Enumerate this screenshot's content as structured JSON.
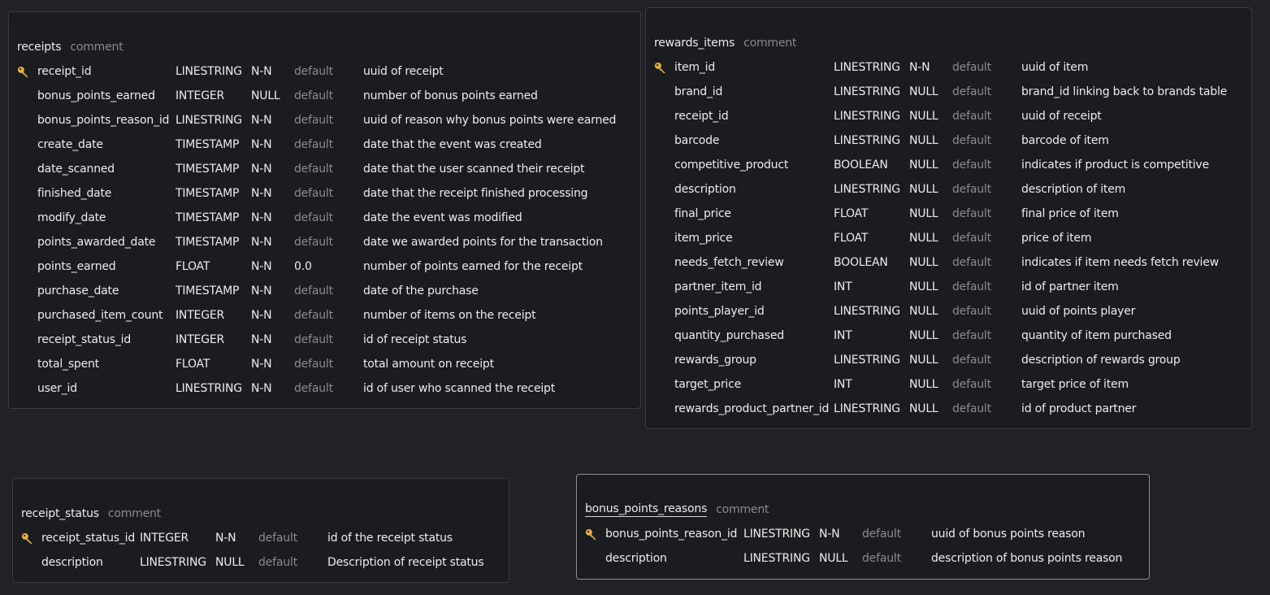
{
  "tables": {
    "receipts": {
      "name": "receipts",
      "comment": "comment",
      "columns": [
        {
          "name": "receipt_id",
          "type": "LINESTRING",
          "null": "N-N",
          "default": "default",
          "comment": "uuid of receipt",
          "pk": true
        },
        {
          "name": "bonus_points_earned",
          "type": "INTEGER",
          "null": "NULL",
          "default": "default",
          "comment": "number of bonus points earned",
          "pk": false
        },
        {
          "name": "bonus_points_reason_id",
          "type": "LINESTRING",
          "null": "N-N",
          "default": "default",
          "comment": "uuid of reason why bonus points were earned",
          "pk": false
        },
        {
          "name": "create_date",
          "type": "TIMESTAMP",
          "null": "N-N",
          "default": "default",
          "comment": "date that the event was created",
          "pk": false
        },
        {
          "name": "date_scanned",
          "type": "TIMESTAMP",
          "null": "N-N",
          "default": "default",
          "comment": "date that the user scanned their receipt",
          "pk": false
        },
        {
          "name": "finished_date",
          "type": "TIMESTAMP",
          "null": "N-N",
          "default": "default",
          "comment": "date that the receipt finished processing",
          "pk": false
        },
        {
          "name": "modify_date",
          "type": "TIMESTAMP",
          "null": "N-N",
          "default": "default",
          "comment": "date the event was modified",
          "pk": false
        },
        {
          "name": "points_awarded_date",
          "type": "TIMESTAMP",
          "null": "N-N",
          "default": "default",
          "comment": "date we awarded points for the transaction",
          "pk": false
        },
        {
          "name": "points_earned",
          "type": "FLOAT",
          "null": "N-N",
          "default": "0.0",
          "comment": "number of points earned for the receipt",
          "pk": false
        },
        {
          "name": "purchase_date",
          "type": "TIMESTAMP",
          "null": "N-N",
          "default": "default",
          "comment": "date of the purchase",
          "pk": false
        },
        {
          "name": "purchased_item_count",
          "type": "INTEGER",
          "null": "N-N",
          "default": "default",
          "comment": "number of items on the receipt",
          "pk": false
        },
        {
          "name": "receipt_status_id",
          "type": "INTEGER",
          "null": "N-N",
          "default": "default",
          "comment": "id of receipt status",
          "pk": false
        },
        {
          "name": "total_spent",
          "type": "FLOAT",
          "null": "N-N",
          "default": "default",
          "comment": "total amount on receipt",
          "pk": false
        },
        {
          "name": "user_id",
          "type": "LINESTRING",
          "null": "N-N",
          "default": "default",
          "comment": "id of user who scanned the receipt",
          "pk": false
        }
      ]
    },
    "rewards_items": {
      "name": "rewards_items",
      "comment": "comment",
      "columns": [
        {
          "name": "item_id",
          "type": "LINESTRING",
          "null": "N-N",
          "default": "default",
          "comment": "uuid of item",
          "pk": true
        },
        {
          "name": "brand_id",
          "type": "LINESTRING",
          "null": "NULL",
          "default": "default",
          "comment": "brand_id linking back to brands table",
          "pk": false
        },
        {
          "name": "receipt_id",
          "type": "LINESTRING",
          "null": "NULL",
          "default": "default",
          "comment": "uuid of receipt",
          "pk": false
        },
        {
          "name": "barcode",
          "type": "LINESTRING",
          "null": "NULL",
          "default": "default",
          "comment": "barcode of item",
          "pk": false
        },
        {
          "name": "competitive_product",
          "type": "BOOLEAN",
          "null": "NULL",
          "default": "default",
          "comment": "indicates if product is competitive",
          "pk": false
        },
        {
          "name": "description",
          "type": "LINESTRING",
          "null": "NULL",
          "default": "default",
          "comment": "description of item",
          "pk": false
        },
        {
          "name": "final_price",
          "type": "FLOAT",
          "null": "NULL",
          "default": "default",
          "comment": "final price of item",
          "pk": false
        },
        {
          "name": "item_price",
          "type": "FLOAT",
          "null": "NULL",
          "default": "default",
          "comment": "price of item",
          "pk": false
        },
        {
          "name": "needs_fetch_review",
          "type": "BOOLEAN",
          "null": "NULL",
          "default": "default",
          "comment": "indicates if item needs fetch review",
          "pk": false
        },
        {
          "name": "partner_item_id",
          "type": "INT",
          "null": "NULL",
          "default": "default",
          "comment": "id of partner item",
          "pk": false
        },
        {
          "name": "points_player_id",
          "type": "LINESTRING",
          "null": "NULL",
          "default": "default",
          "comment": "uuid of points player",
          "pk": false
        },
        {
          "name": "quantity_purchased",
          "type": "INT",
          "null": "NULL",
          "default": "default",
          "comment": "quantity of item purchased",
          "pk": false
        },
        {
          "name": "rewards_group",
          "type": "LINESTRING",
          "null": "NULL",
          "default": "default",
          "comment": "description of rewards group",
          "pk": false
        },
        {
          "name": "target_price",
          "type": "INT",
          "null": "NULL",
          "default": "default",
          "comment": "target price of item",
          "pk": false
        },
        {
          "name": "rewards_product_partner_id",
          "type": "LINESTRING",
          "null": "NULL",
          "default": "default",
          "comment": "id of product partner",
          "pk": false
        }
      ]
    },
    "receipt_status": {
      "name": "receipt_status",
      "comment": "comment",
      "columns": [
        {
          "name": "receipt_status_id",
          "type": "INTEGER",
          "null": "N-N",
          "default": "default",
          "comment": "id of the receipt status",
          "pk": true
        },
        {
          "name": "description",
          "type": "LINESTRING",
          "null": "NULL",
          "default": "default",
          "comment": "Description of receipt status",
          "pk": false
        }
      ]
    },
    "bonus_points_reasons": {
      "name": "bonus_points_reasons",
      "comment": "comment",
      "columns": [
        {
          "name": "bonus_points_reason_id",
          "type": "LINESTRING",
          "null": "N-N",
          "default": "default",
          "comment": "uuid of bonus points reason",
          "pk": true
        },
        {
          "name": "description",
          "type": "LINESTRING",
          "null": "NULL",
          "default": "default",
          "comment": "description of bonus points reason",
          "pk": false
        }
      ]
    }
  },
  "colors": {
    "canvas_background": "#212226",
    "card_background": "#1b1c1f",
    "card_border": "#3a3b40",
    "text": "#ececec",
    "muted_text": "#8a8b90",
    "key_icon": "#e8b23a"
  },
  "icons": {
    "primary_key": "key-icon"
  }
}
